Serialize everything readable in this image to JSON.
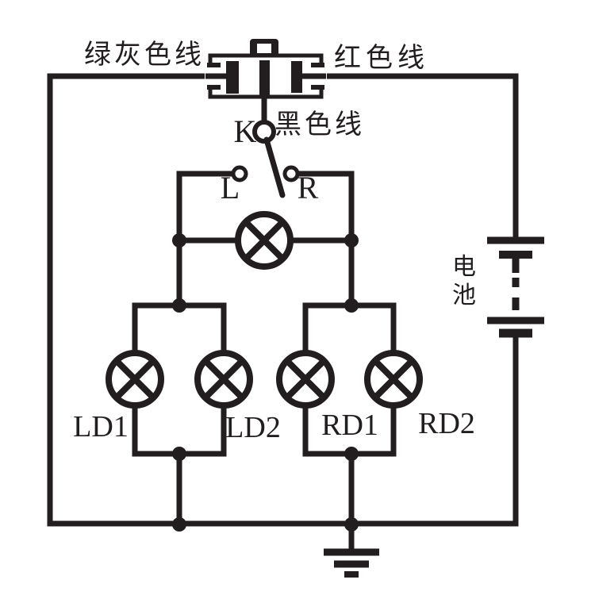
{
  "diagram": {
    "kind": "circuit-diagram",
    "colors": {
      "line": "#221e1f",
      "background": "#ffffff"
    },
    "labels": {
      "green_gray_wire": "绿灰色线",
      "red_wire": "红色线",
      "black_wire": "黑色线",
      "switch_k": "K",
      "left_contact": "L",
      "right_contact": "R",
      "left_lamp_1": "LD1",
      "left_lamp_2": "LD2",
      "right_lamp_1": "RD1",
      "right_lamp_2": "RD2",
      "battery_chars": [
        "电",
        "池"
      ],
      "battery": "电池"
    },
    "components": {
      "connector_pins": 3,
      "switch": {
        "name": "K",
        "positions": [
          "L",
          "R"
        ]
      },
      "lamps": [
        "indicator",
        "LD1",
        "LD2",
        "RD1",
        "RD2"
      ],
      "battery_cells_drawn": 2,
      "ground": true
    }
  }
}
